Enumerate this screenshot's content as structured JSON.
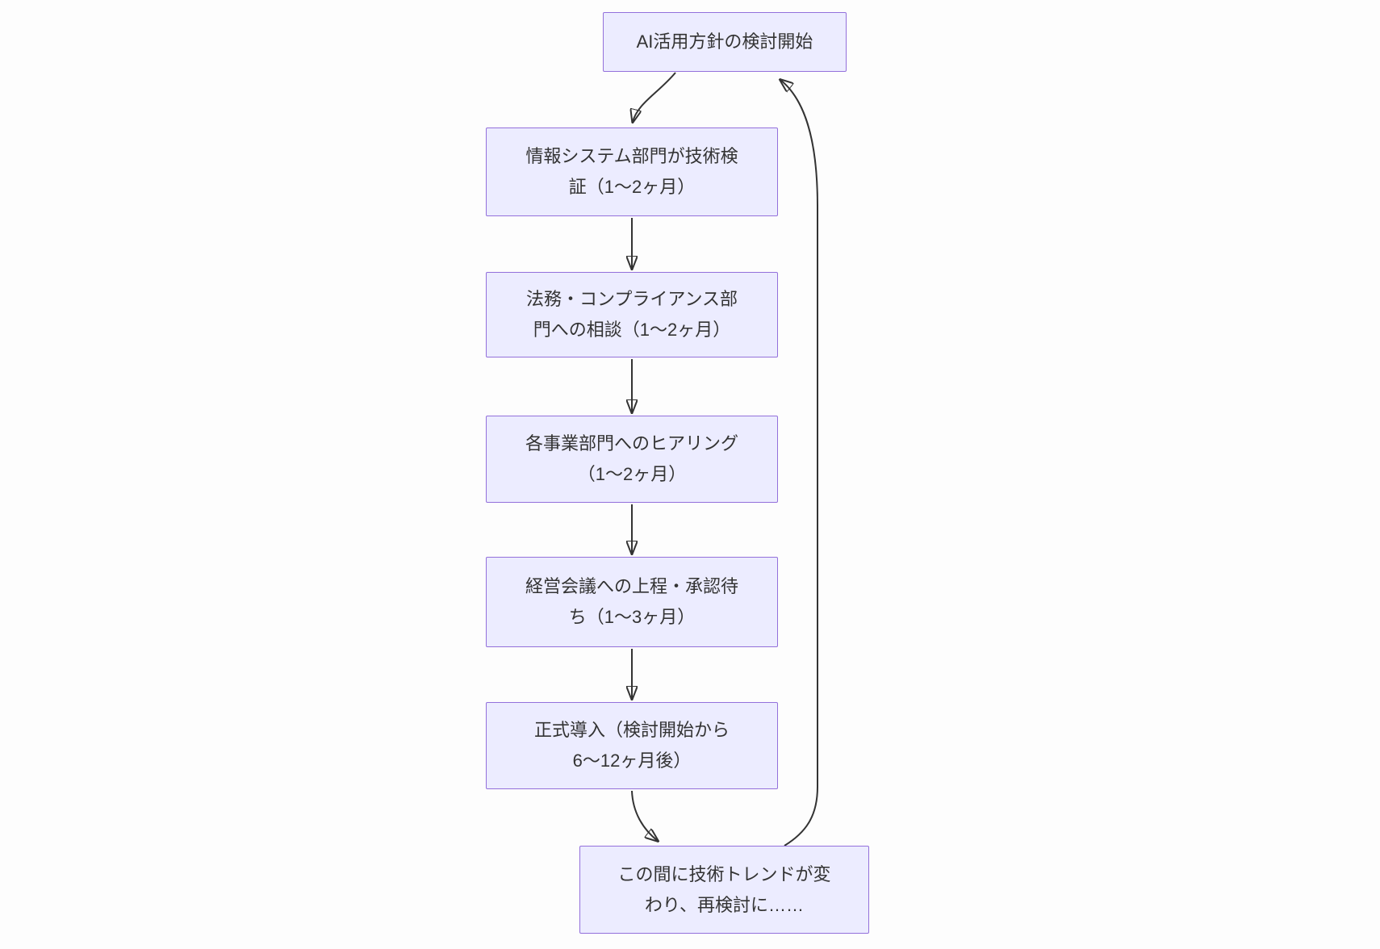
{
  "diagram": {
    "type": "flowchart",
    "direction": "top-down",
    "colors": {
      "node_fill": "#ECECFF",
      "node_border": "#9370DB",
      "edge_stroke": "#333333",
      "text": "#333333",
      "background": "#FDFDFD"
    },
    "nodes": [
      {
        "id": "start",
        "label": "AI活用方針の検討開始"
      },
      {
        "id": "tech",
        "label": "情報システム部門が技術検\n証（1〜2ヶ月）"
      },
      {
        "id": "legal",
        "label": "法務・コンプライアンス部\n門への相談（1〜2ヶ月）"
      },
      {
        "id": "hear",
        "label": "各事業部門へのヒアリング\n（1〜2ヶ月）"
      },
      {
        "id": "board",
        "label": "経営会議への上程・承認待\nち（1〜3ヶ月）"
      },
      {
        "id": "launch",
        "label": "正式導入（検討開始から\n6〜12ヶ月後）"
      },
      {
        "id": "trend",
        "label": "この間に技術トレンドが変\nわり、再検討に……"
      }
    ],
    "edges": [
      {
        "from": "start",
        "to": "tech"
      },
      {
        "from": "tech",
        "to": "legal"
      },
      {
        "from": "legal",
        "to": "hear"
      },
      {
        "from": "hear",
        "to": "board"
      },
      {
        "from": "board",
        "to": "launch"
      },
      {
        "from": "launch",
        "to": "trend"
      },
      {
        "from": "trend",
        "to": "start"
      }
    ]
  }
}
